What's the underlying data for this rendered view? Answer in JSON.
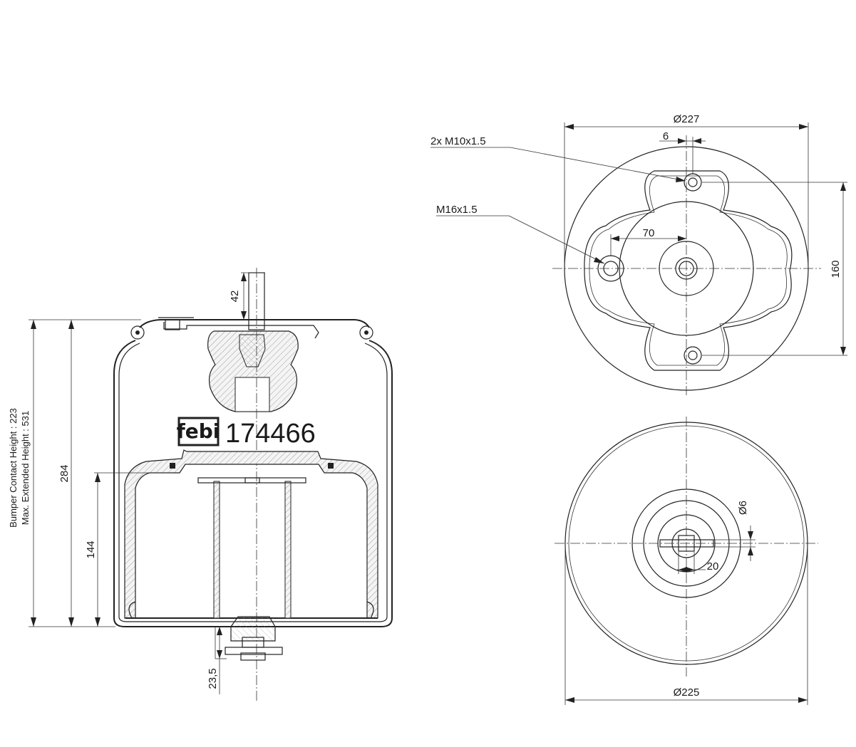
{
  "side_view": {
    "side_label_line1": "Bumper Contact Height : 223",
    "side_label_line2": "Max. Extended Height : 531",
    "dim_overall_height": "284",
    "dim_piston_height": "144",
    "dim_stud_length": "42",
    "dim_bottom_stud": "23,5"
  },
  "logo": {
    "brand": "febi",
    "part_number": "174466"
  },
  "top_view": {
    "dim_diameter": "Ø227",
    "dim_offset": "6",
    "thread_label_1": "2x M10x1.5",
    "thread_label_2": "M16x1.5",
    "dim_bolt_offset": "70",
    "dim_bolt_spacing": "160"
  },
  "bottom_view": {
    "dim_diameter": "Ø225",
    "dim_pin_diameter": "Ø6",
    "dim_pin_offset": "20"
  }
}
